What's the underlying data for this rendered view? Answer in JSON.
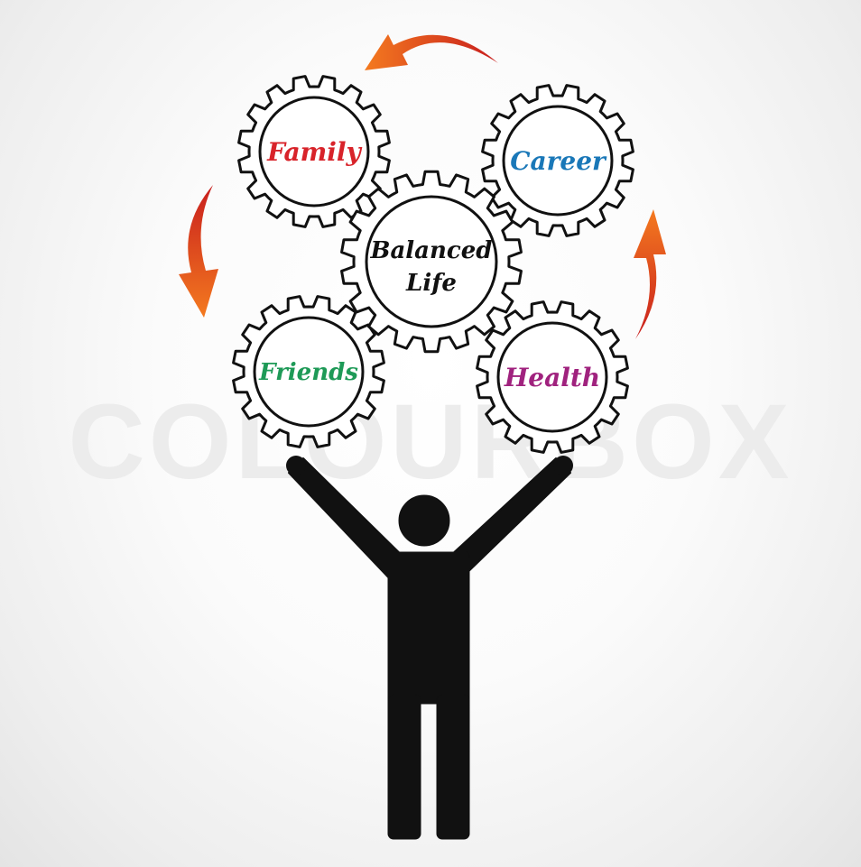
{
  "watermark": {
    "text": "COLOURBOX",
    "color": "#ececec"
  },
  "gears": [
    {
      "id": "family",
      "label": "Family",
      "color": "#d8232a"
    },
    {
      "id": "career",
      "label": "Career",
      "color": "#1a78b8"
    },
    {
      "id": "balanced",
      "label_lines": [
        "Balanced",
        "Life"
      ],
      "color": "#111111"
    },
    {
      "id": "friends",
      "label": "Friends",
      "color": "#1e9a57"
    },
    {
      "id": "health",
      "label": "Health",
      "color": "#a0227e"
    }
  ],
  "arrows": {
    "color_start": "#c81e1e",
    "color_end": "#f47a1f"
  },
  "figure": {
    "color": "#111111"
  }
}
